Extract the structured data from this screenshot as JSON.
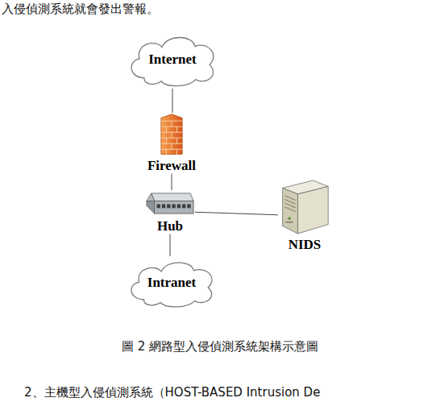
{
  "diagram": {
    "caption": "圖 2 網路型入侵偵測系統架構示意圖",
    "nodes": [
      {
        "text": [
          "Internet"
        ]
      },
      {
        "text": [
          "Firewall"
        ]
      },
      {
        "text": [
          "Hub"
        ]
      },
      {
        "text": [
          "NIDS"
        ]
      },
      {
        "text": [
          "Intranet"
        ]
      }
    ],
    "edges": [
      {
        "from": 0,
        "to": 1,
        "arrow": "none"
      },
      {
        "from": 1,
        "to": 2,
        "arrow": "none"
      },
      {
        "from": 2,
        "to": 3,
        "arrow": "none"
      },
      {
        "from": 2,
        "to": 4,
        "arrow": "none"
      }
    ],
    "labels": [
      "入侵偵測系統就會發出警報。",
      "2、主機型入侵偵測系統（HOST-BASED Intrusion De"
    ]
  }
}
